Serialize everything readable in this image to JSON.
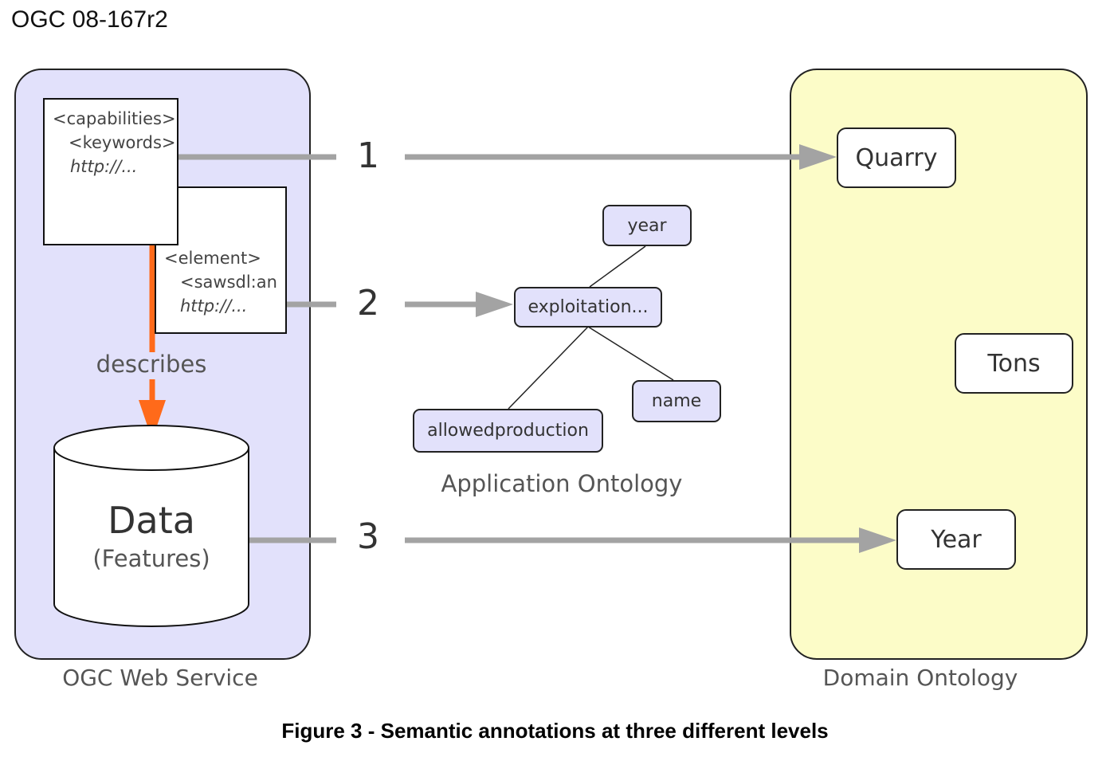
{
  "document_id": "OGC 08-167r2",
  "left_panel": {
    "label": "OGC Web Service",
    "capabilities_doc": {
      "line1": "<capabilities>",
      "line2": "<keywords>",
      "line3": "http://..."
    },
    "element_doc": {
      "line1": "<element>",
      "line2": "<sawsdl:an",
      "line3": "http://..."
    },
    "describes_label": "describes",
    "data_store": {
      "title": "Data",
      "subtitle": "(Features)"
    }
  },
  "levels": [
    "1",
    "2",
    "3"
  ],
  "application_ontology": {
    "label": "Application Ontology",
    "nodes": {
      "year": "year",
      "exploitation": "exploitation...",
      "name": "name",
      "allowedproduction": "allowedproduction"
    }
  },
  "domain_ontology": {
    "label": "Domain Ontology",
    "nodes": {
      "quarry": "Quarry",
      "tons": "Tons",
      "year": "Year"
    }
  },
  "caption": "Figure 3 - Semantic annotations at three different levels",
  "colors": {
    "service_panel": "#e2e1fb",
    "domain_panel": "#fcfcc8",
    "describes_arrow": "#ff6a1a",
    "link_arrow": "#a3a3a3"
  }
}
